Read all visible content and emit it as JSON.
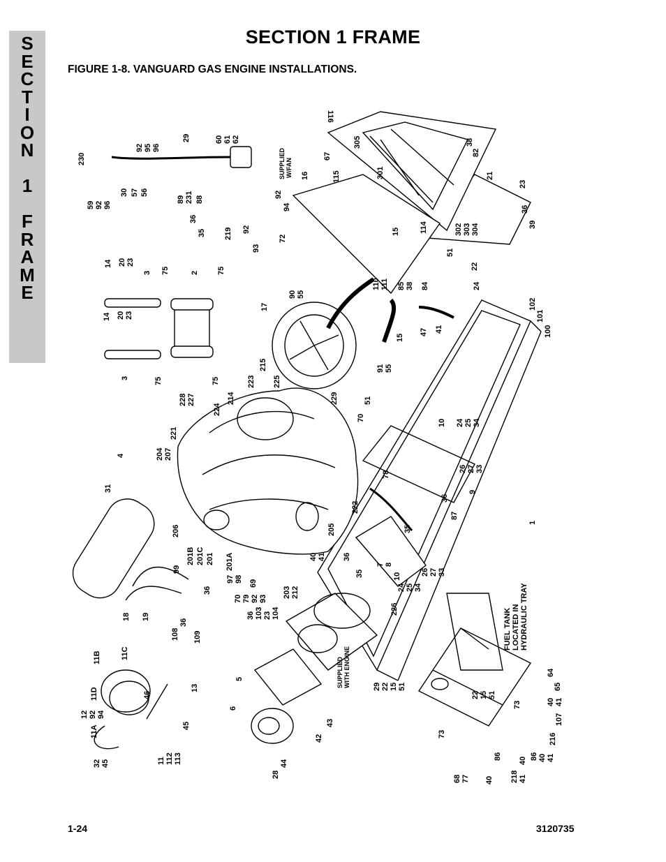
{
  "side_tab": {
    "letters": [
      "S",
      "E",
      "C",
      "T",
      "I",
      "O",
      "N",
      "",
      "1",
      "",
      "F",
      "R",
      "A",
      "M",
      "E"
    ]
  },
  "section_title": "SECTION 1  FRAME",
  "figure_title": "FIGURE 1-8.    VANGUARD GAS ENGINE INSTALLATIONS.",
  "footer": {
    "page_number": "1-24",
    "doc_number": "3120735"
  },
  "callouts": {
    "c116": "116",
    "c305": "305",
    "c67": "67",
    "c115": "115",
    "c301": "301",
    "c38a": "38",
    "c82": "82",
    "c16": "16",
    "c21": "21",
    "c23a": "23",
    "c36a": "36",
    "c39": "39",
    "c302": "302",
    "c303": "303",
    "c304": "304",
    "c114": "114",
    "c15a": "15",
    "c51a": "51",
    "c22a": "22",
    "c72": "72",
    "c110": "110",
    "c111": "111",
    "c85": "85",
    "c38b": "38",
    "c84": "84",
    "c24a": "24",
    "c102": "102",
    "c101": "101",
    "c100": "100",
    "c47": "47",
    "c41a": "41",
    "c90": "90",
    "c55a": "55",
    "c17": "17",
    "c15b": "15",
    "c91": "91",
    "c55b": "55",
    "c230": "230",
    "c92a": "92",
    "c95": "95",
    "c96a": "96",
    "c29a": "29",
    "c60": "60",
    "c61": "61",
    "c62": "62",
    "supplied_fan": "SUPPLIED",
    "supplied_fan2": "W/FAN",
    "c59": "59",
    "c92b": "92",
    "c96b": "96",
    "c30": "30",
    "c57": "57",
    "c56": "56",
    "c89": "89",
    "c231": "231",
    "c88": "88",
    "c92c": "92",
    "c94a": "94",
    "c36b": "36",
    "c35a": "35",
    "c219": "219",
    "c92d": "92",
    "c93a": "93",
    "c14a": "14",
    "c20a": "20",
    "c23b": "23",
    "c3a": "3",
    "c75a": "75",
    "c2": "2",
    "c75b": "75",
    "c14b": "14",
    "c20b": "20",
    "c23c": "23",
    "c3b": "3",
    "c75c": "75",
    "c75d": "75",
    "c215": "215",
    "c223": "223",
    "c225": "225",
    "c229": "229",
    "c70a": "70",
    "c51b": "51",
    "c228": "228",
    "c227": "227",
    "c224": "224",
    "c214": "214",
    "c221": "221",
    "c204": "204",
    "c207": "207",
    "c4": "4",
    "c31": "31",
    "c10a": "10",
    "c24b": "24",
    "c25a": "25",
    "c34a": "34",
    "c26a": "26",
    "c27a": "27",
    "c33a": "33",
    "c9": "9",
    "c78": "78",
    "c222": "222",
    "c36c": "36",
    "c87": "87",
    "c35b": "35",
    "c1": "1",
    "c205": "205",
    "c206": "206",
    "c201b": "201B",
    "c201c": "201C",
    "c201": "201",
    "c201a": "201A",
    "c40a": "40",
    "c41b": "41",
    "c36d": "36",
    "c7": "7",
    "c8": "8",
    "c35c": "35",
    "c10b": "10",
    "c26b": "26",
    "c27b": "27",
    "c33b": "33",
    "c24c": "24",
    "c25b": "25",
    "c34b": "34",
    "c99": "99",
    "c36e": "36",
    "c97": "97",
    "c98": "98",
    "c69": "69",
    "c203": "203",
    "c212": "212",
    "c70b": "70",
    "c79": "79",
    "c92e": "92",
    "c93b": "93",
    "c36f": "36",
    "c103": "103",
    "c23d": "23",
    "c104": "104",
    "c18": "18",
    "c19": "19",
    "c108": "108",
    "c36g": "36",
    "c109": "109",
    "c226": "226",
    "fuel1": "FUEL TANK",
    "fuel2": "LOCATED IN",
    "fuel3": "HYDRAULIC TRAY",
    "c11b": "11B",
    "c11c": "11C",
    "c12": "12",
    "c92f": "92",
    "c94b": "94",
    "c11d": "11D",
    "c46": "46",
    "c13": "13",
    "c11a": "11A",
    "c45a": "45",
    "c5": "5",
    "se1": "SUPPLIED",
    "se2": "WITH ENGINE",
    "c29b": "29",
    "c22b": "22",
    "c15c": "15",
    "c51c": "51",
    "c22c": "22",
    "c15d": "15",
    "c51d": "51",
    "c64": "64",
    "c73a": "73",
    "c40b": "40",
    "c41c": "41",
    "c65": "65",
    "c107": "107",
    "c6": "6",
    "c42": "42",
    "c43": "43",
    "c32": "32",
    "c45b": "45",
    "c11": "11",
    "c112": "112",
    "c113": "113",
    "c28": "28",
    "c44": "44",
    "c73b": "73",
    "c68": "68",
    "c77": "77",
    "c40c": "40",
    "c86a": "86",
    "c218": "218",
    "c41d": "41",
    "c40d": "40",
    "c86b": "86",
    "c40e": "40",
    "c41e": "41",
    "c216": "216"
  }
}
